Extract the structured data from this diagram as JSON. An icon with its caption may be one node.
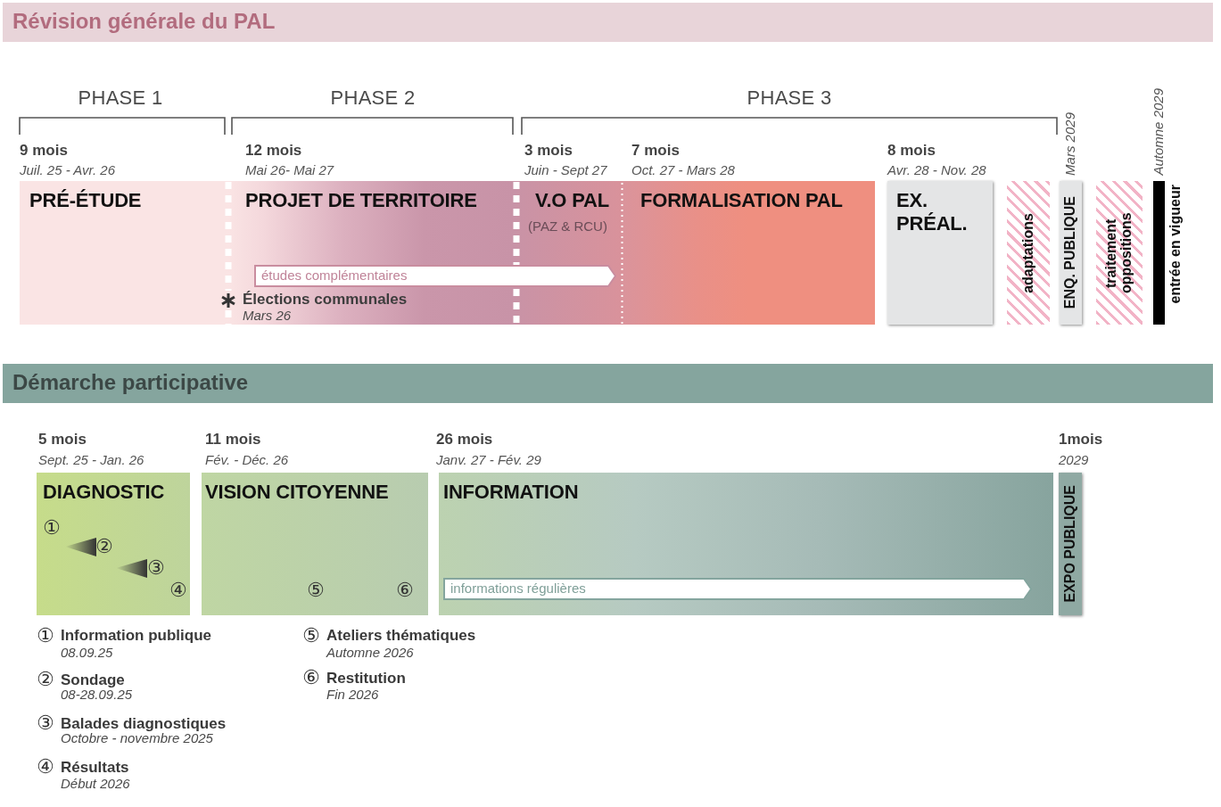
{
  "diagram": {
    "nodes": [
      {
        "text": [
          "Révision générale du PAL"
        ]
      },
      {
        "text": [
          "PRÉ-ÉTUDE"
        ],
        "beside": [
          "9 mois",
          "Juil. 25 - Avr. 26"
        ]
      },
      {
        "text": [
          "PROJET DE TERRITOIRE",
          "Élections communales",
          "Mars 26"
        ],
        "beside": [
          "12 mois",
          "Mai 26- Mai 27"
        ]
      },
      {
        "text": [
          "V.O PAL",
          "(PAZ & RCU)"
        ],
        "beside": [
          "3 mois",
          "Juin - Sept 27"
        ]
      },
      {
        "text": [
          "FORMALISATION PAL"
        ],
        "beside": [
          "7 mois",
          "Oct. 27 - Mars 28"
        ]
      },
      {
        "text": [
          "EX. PRÉAL."
        ],
        "beside": [
          "8 mois",
          "Avr. 28 - Nov. 28"
        ]
      },
      {
        "text": [
          "adaptations"
        ]
      },
      {
        "text": [
          "ENQ. PUBLIQUE"
        ],
        "beside": [
          "Mars 2029"
        ]
      },
      {
        "text": [
          "traitement oppositions"
        ]
      },
      {
        "text": [
          "entrée en vigueur"
        ],
        "beside": [
          "Automne 2029"
        ]
      },
      {
        "text": [
          "études complémentaires"
        ]
      },
      {
        "text": [
          "Démarche participative"
        ]
      },
      {
        "text": [
          "DIAGNOSTIC",
          "①",
          "②",
          "③",
          "④"
        ],
        "beside": [
          "5 mois",
          "Sept. 25 - Jan. 26"
        ]
      },
      {
        "text": [
          "VISION CITOYENNE",
          "⑤",
          "⑥"
        ],
        "beside": [
          "11 mois",
          "Fév. - Déc. 26"
        ]
      },
      {
        "text": [
          "INFORMATION"
        ],
        "beside": [
          "26 mois",
          "Janv. 27 - Fév. 29"
        ]
      },
      {
        "text": [
          "informations régulières"
        ],
        "in": 14
      },
      {
        "text": [
          "EXPO PUBLIQUE"
        ],
        "beside": [
          "1mois",
          "2029"
        ]
      }
    ],
    "labels": [
      "PHASE 1",
      "PHASE 2",
      "PHASE 3",
      "①",
      "Information publique",
      "08.09.25",
      "②",
      "Sondage",
      "08-28.09.25",
      "③",
      "Balades diagnostiques",
      "Octobre - novembre 2025",
      "④",
      "Résultats",
      "Début 2026",
      "⑤",
      "Ateliers thématiques",
      "Automne 2026",
      "⑥",
      "Restitution",
      "Fin 2026"
    ]
  }
}
